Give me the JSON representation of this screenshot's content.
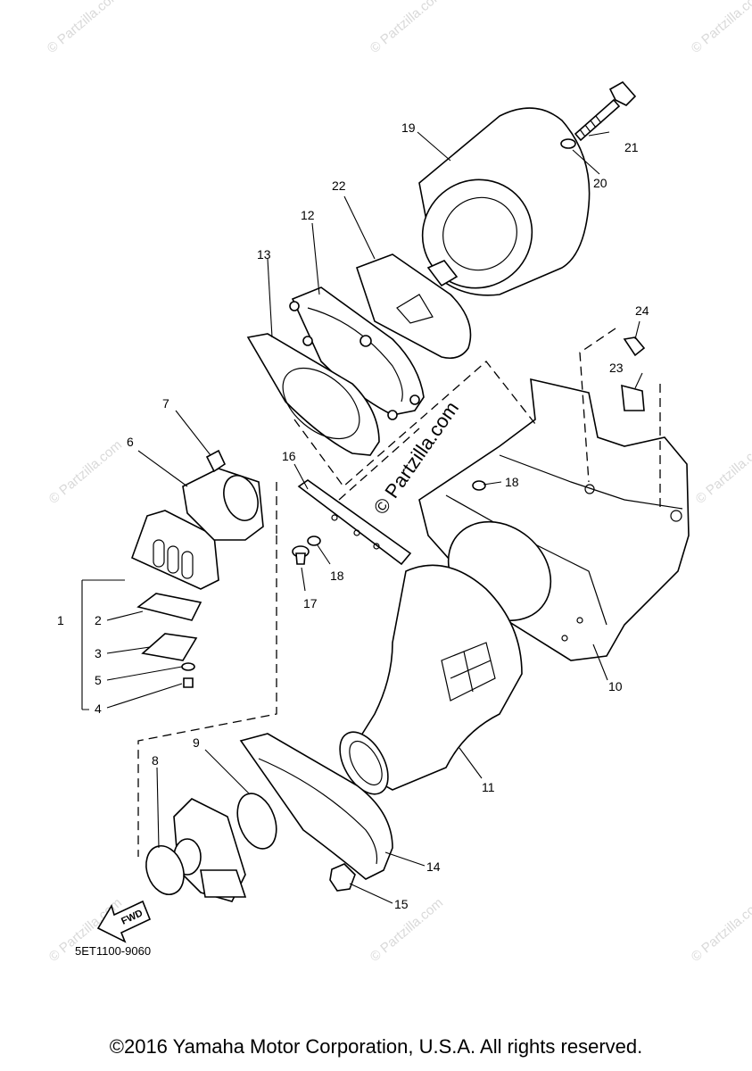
{
  "diagram_code": "5ET1100-9060",
  "copyright": "©2016 Yamaha Motor Corporation, U.S.A. All rights reserved.",
  "watermark_center": "© Partzilla.com",
  "watermark_corner": "© Partzilla.com",
  "fwd_label": "FWD",
  "callouts": {
    "c1": "1",
    "c2": "2",
    "c3": "3",
    "c4": "4",
    "c5": "5",
    "c6": "6",
    "c7": "7",
    "c8": "8",
    "c9": "9",
    "c10": "10",
    "c11": "11",
    "c12": "12",
    "c13": "13",
    "c14": "14",
    "c15": "15",
    "c16": "16",
    "c17": "17",
    "c18a": "18",
    "c18b": "18",
    "c19": "19",
    "c20": "20",
    "c21": "21",
    "c22": "22",
    "c23": "23",
    "c24": "24"
  }
}
